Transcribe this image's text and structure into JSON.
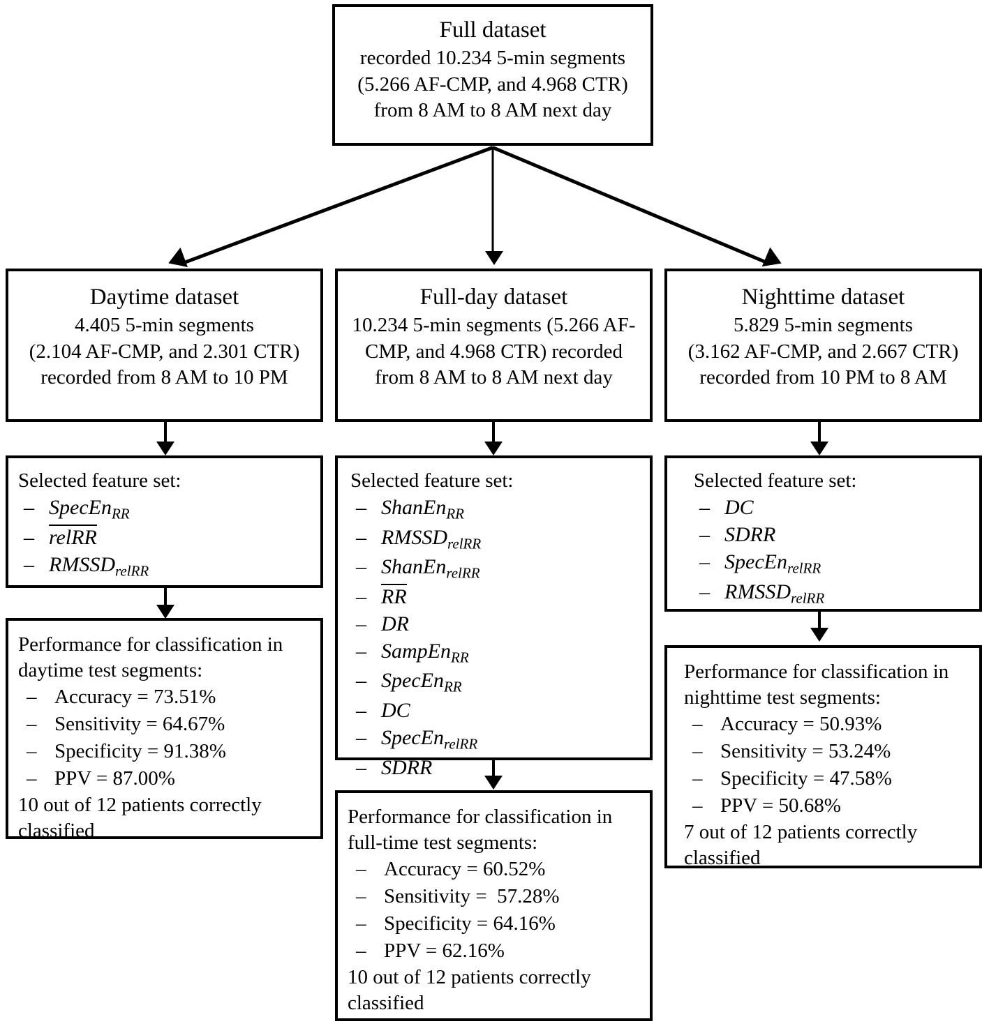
{
  "figure": {
    "type": "flowchart",
    "title": "Dataset partitioning, selected feature sets and classification performance"
  },
  "root": {
    "title": "Full dataset",
    "lines": [
      "recorded 10.234 5-min segments",
      "(5.266 AF-CMP, and 4.968 CTR)",
      "from 8 AM to 8 AM next day"
    ]
  },
  "columns": [
    {
      "key": "daytime",
      "dataset": {
        "title": "Daytime dataset",
        "lines": [
          "4.405 5-min segments",
          "(2.104 AF-CMP, and 2.301 CTR)",
          "recorded from 8 AM to 10 PM"
        ]
      },
      "features": {
        "header": "Selected feature set:",
        "items": [
          {
            "base": "SpecEn",
            "sub": "RR",
            "overline": false
          },
          {
            "base": "relRR",
            "sub": "",
            "overline": true
          },
          {
            "base": "RMSSD",
            "sub": "relRR",
            "overline": false
          }
        ]
      },
      "performance": {
        "header_line1": "Performance for classification in",
        "header_line2": "daytime test segments:",
        "metrics": [
          "Accuracy = 73.51%",
          "Sensitivity = 64.67%",
          "Specificity = 91.38%",
          "PPV = 87.00%"
        ],
        "footer": "10 out of 12 patients correctly classified"
      }
    },
    {
      "key": "fullday",
      "dataset": {
        "title": "Full-day dataset",
        "lines": [
          "10.234 5-min segments (5.266 AF-",
          "CMP, and 4.968 CTR) recorded",
          "from 8 AM to 8 AM next day"
        ]
      },
      "features": {
        "header": "Selected feature set:",
        "items": [
          {
            "base": "ShanEn",
            "sub": "RR",
            "overline": false
          },
          {
            "base": "RMSSD",
            "sub": "relRR",
            "overline": false
          },
          {
            "base": "ShanEn",
            "sub": "relRR",
            "overline": false
          },
          {
            "base": "RR",
            "sub": "",
            "overline": true
          },
          {
            "base": "DR",
            "sub": "",
            "overline": false
          },
          {
            "base": "SampEn",
            "sub": "RR",
            "overline": false
          },
          {
            "base": "SpecEn",
            "sub": "RR",
            "overline": false
          },
          {
            "base": "DC",
            "sub": "",
            "overline": false
          },
          {
            "base": "SpecEn",
            "sub": "relRR",
            "overline": false
          },
          {
            "base": "SDRR",
            "sub": "",
            "overline": false
          }
        ]
      },
      "performance": {
        "header_line1": "Performance for classification in",
        "header_line2": "full-time test segments:",
        "metrics": [
          "Accuracy = 60.52%",
          "Sensitivity =  57.28%",
          "Specificity = 64.16%",
          "PPV = 62.16%"
        ],
        "footer": "10 out of 12 patients correctly classified"
      }
    },
    {
      "key": "nighttime",
      "dataset": {
        "title": "Nighttime dataset",
        "lines": [
          "5.829 5-min segments",
          "(3.162 AF-CMP, and 2.667 CTR)",
          "recorded from 10 PM to 8 AM"
        ]
      },
      "features": {
        "header": "Selected feature set:",
        "items": [
          {
            "base": "DC",
            "sub": "",
            "overline": false
          },
          {
            "base": "SDRR",
            "sub": "",
            "overline": false
          },
          {
            "base": "SpecEn",
            "sub": "relRR",
            "overline": false
          },
          {
            "base": "RMSSD",
            "sub": "relRR",
            "overline": false
          }
        ]
      },
      "performance": {
        "header_line1": "Performance for classification in",
        "header_line2": "nighttime test segments:",
        "metrics": [
          "Accuracy = 50.93%",
          "Sensitivity = 53.24%",
          "Specificity = 47.58%",
          "PPV = 50.68%"
        ],
        "footer": "7 out of 12 patients correctly classified"
      }
    }
  ],
  "colors": {
    "stroke": "#000000",
    "background": "#ffffff"
  }
}
